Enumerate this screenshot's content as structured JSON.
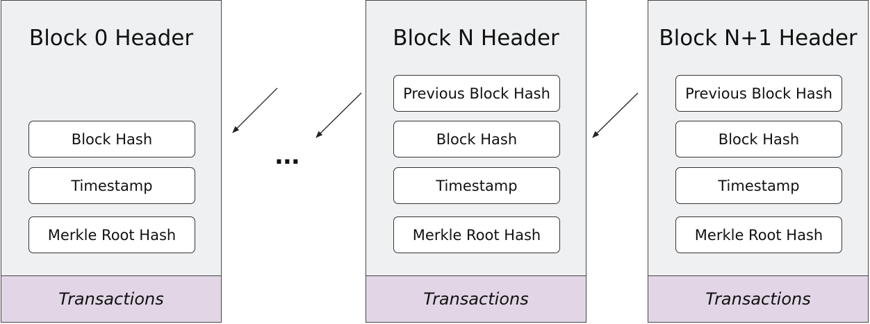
{
  "blocks": [
    {
      "title": "Block 0 Header",
      "fields": [
        "Block Hash",
        "Timestamp",
        "Merkle Root Hash"
      ],
      "transactions": "Transactions"
    },
    {
      "title": "Block N Header",
      "fields": [
        "Previous Block Hash",
        "Block Hash",
        "Timestamp",
        "Merkle Root Hash"
      ],
      "transactions": "Transactions"
    },
    {
      "title": "Block N+1 Header",
      "fields": [
        "Previous Block Hash",
        "Block Hash",
        "Timestamp",
        "Merkle Root Hash"
      ],
      "transactions": "Transactions"
    }
  ],
  "ellipsis": "..."
}
